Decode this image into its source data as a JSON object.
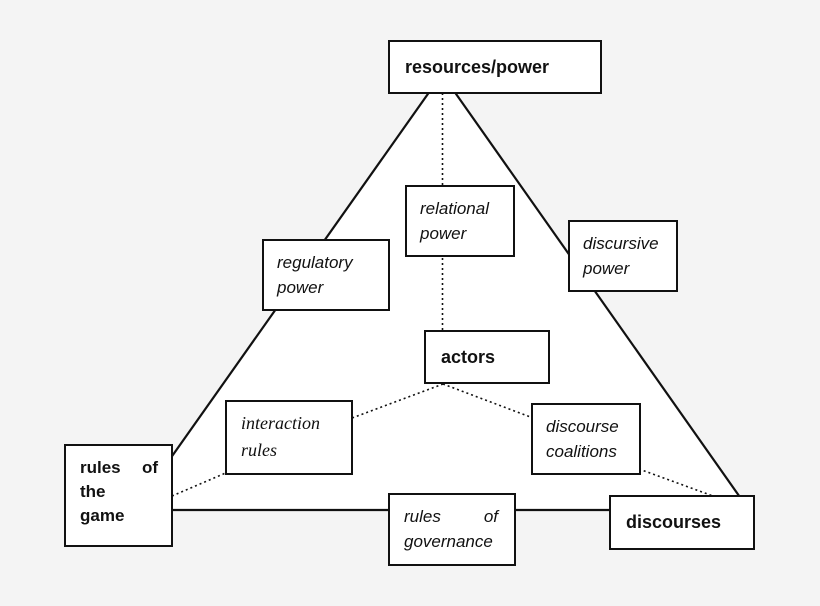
{
  "diagram": {
    "type": "concept-triangle",
    "colors": {
      "background": "#f4f4f4",
      "triangle_fill": "#ffffff",
      "line": "#111111",
      "box_fill": "#ffffff",
      "text": "#111111"
    },
    "nodes": {
      "resources_power": {
        "label": "resources/power",
        "emphasis": "bold"
      },
      "relational_power": {
        "lines": [
          "relational",
          "power"
        ],
        "emphasis": "italic"
      },
      "discursive_power": {
        "lines": [
          "discursive",
          "power"
        ],
        "emphasis": "italic"
      },
      "regulatory_power": {
        "lines": [
          "regulatory",
          "power"
        ],
        "emphasis": "italic"
      },
      "actors": {
        "label": "actors",
        "emphasis": "bold"
      },
      "interaction_rules": {
        "lines": [
          "interaction",
          "rules"
        ],
        "emphasis": "serif-italic"
      },
      "discourse_coalitions": {
        "lines": [
          "discourse",
          "coalitions"
        ],
        "emphasis": "italic"
      },
      "rules_of_the_game": {
        "lines": [
          "rules",
          "of",
          "the",
          "game"
        ],
        "emphasis": "bold"
      },
      "rules_of_governance": {
        "lines": [
          "rules",
          "of",
          "governance"
        ],
        "emphasis": "italic"
      },
      "discourses": {
        "label": "discourses",
        "emphasis": "bold"
      }
    },
    "edges": [
      {
        "from": "resources_power",
        "to": "rules_of_the_game",
        "style": "solid",
        "role": "triangle-left-edge"
      },
      {
        "from": "resources_power",
        "to": "discourses",
        "style": "solid",
        "role": "triangle-right-edge"
      },
      {
        "from": "rules_of_the_game",
        "to": "discourses",
        "style": "solid",
        "role": "triangle-base-edge"
      },
      {
        "from": "resources_power",
        "to": "relational_power",
        "style": "dotted"
      },
      {
        "from": "relational_power",
        "to": "actors",
        "style": "dotted"
      },
      {
        "from": "actors",
        "to": "interaction_rules",
        "style": "dotted"
      },
      {
        "from": "actors",
        "to": "discourse_coalitions",
        "style": "dotted"
      },
      {
        "from": "rules_of_the_game",
        "to": "interaction_rules",
        "style": "dotted"
      },
      {
        "from": "discourse_coalitions",
        "to": "discourses",
        "style": "dotted"
      }
    ]
  }
}
